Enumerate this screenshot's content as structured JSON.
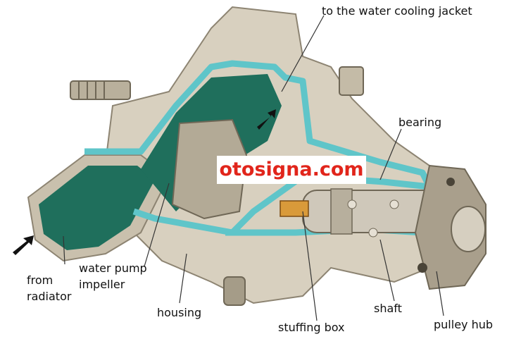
{
  "diagram": {
    "labels": {
      "water_cooling_jacket": "to the water cooling jacket",
      "bearing": "bearing",
      "from_radiator_line1": "from",
      "from_radiator_line2": "radiator",
      "impeller_line1": "water pump",
      "impeller_line2": "impeller",
      "housing": "housing",
      "stuffing_box": "stuffing box",
      "shaft": "shaft",
      "pulley_hub": "pulley hub"
    },
    "watermark": "otosigna.com"
  },
  "colors": {
    "metal": "#d8d0bf",
    "metal_dark": "#a9a08c",
    "water": "#1f6f5c",
    "cut_face": "#5fc5c9",
    "watermark": "#e1251b"
  }
}
